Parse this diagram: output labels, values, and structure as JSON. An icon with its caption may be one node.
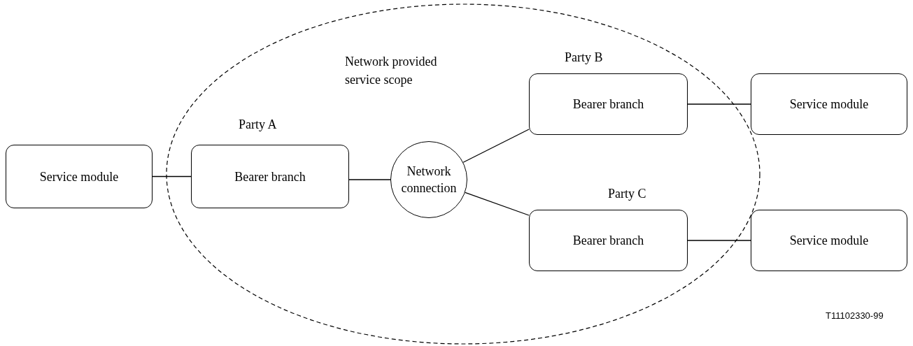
{
  "diagram": {
    "nodes": [
      {
        "text": [
          "Network provided service scope"
        ]
      },
      {
        "text": [
          "Service module"
        ]
      },
      {
        "text": [
          "Party A",
          "Bearer branch"
        ],
        "in": 0
      },
      {
        "text": [
          "Network connection"
        ],
        "in": 0
      },
      {
        "text": [
          "Party B",
          "Bearer branch"
        ],
        "in": 0
      },
      {
        "text": [
          "Service module"
        ]
      },
      {
        "text": [
          "Party C",
          "Bearer branch"
        ],
        "in": 0
      },
      {
        "text": [
          "Service module"
        ]
      }
    ],
    "edges": [
      {
        "from": 1,
        "to": 2,
        "arrow": "none"
      },
      {
        "from": 2,
        "to": 3,
        "arrow": "none"
      },
      {
        "from": 3,
        "to": 4,
        "arrow": "none"
      },
      {
        "from": 4,
        "to": 5,
        "arrow": "none"
      },
      {
        "from": 3,
        "to": 6,
        "arrow": "none"
      },
      {
        "from": 6,
        "to": 7,
        "arrow": "none"
      }
    ],
    "labels": [
      "T11102330-99"
    ]
  }
}
